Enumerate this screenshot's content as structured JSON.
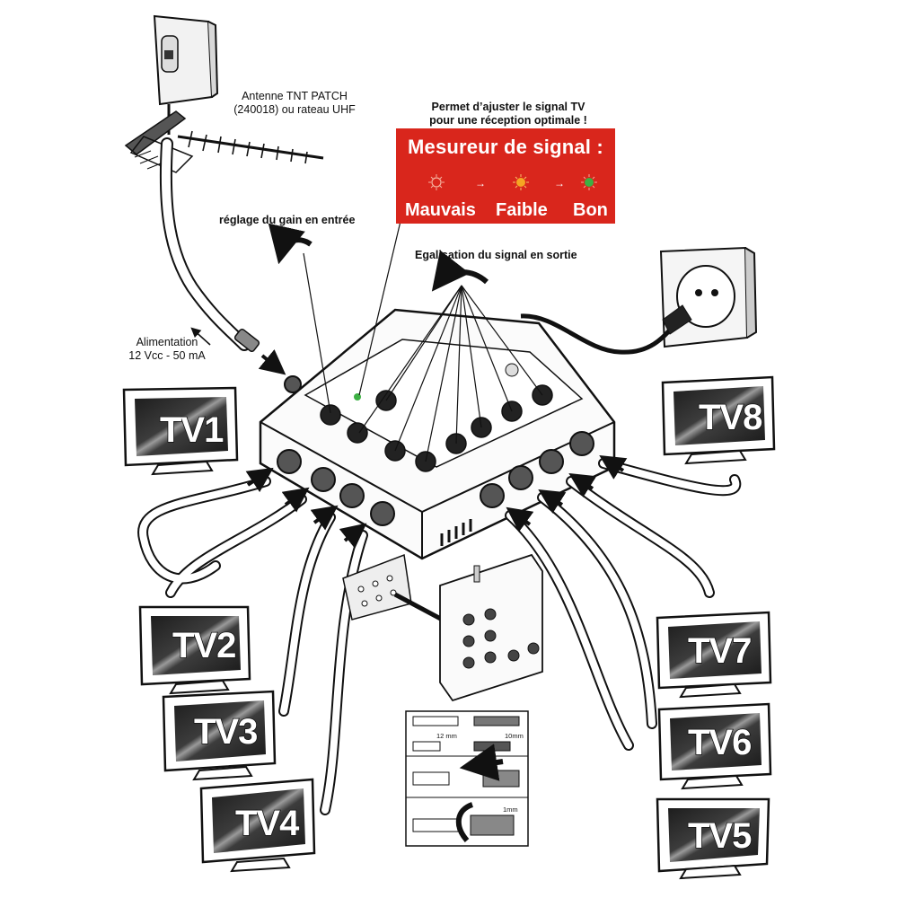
{
  "labels": {
    "antenna": [
      "Antenne TNT PATCH",
      "(240018) ou rateau UHF"
    ],
    "gain": "réglage du gain en entrée",
    "adjust": [
      "Permet d’ajuster le signal TV",
      "pour une réception optimale !"
    ],
    "equalization": "Egalisation du signal en sortie",
    "power": [
      "Alimentation",
      "12 Vcc - 50 mA"
    ]
  },
  "signal_meter": {
    "title": "Mesureur de signal :",
    "states": [
      {
        "label": "Mauvais",
        "color": "#d9261c"
      },
      {
        "label": "Faible",
        "color": "#f5a623"
      },
      {
        "label": "Bon",
        "color": "#3cb043"
      }
    ],
    "arrow": "→"
  },
  "televisions": [
    "TV1",
    "TV2",
    "TV3",
    "TV4",
    "TV5",
    "TV6",
    "TV7",
    "TV8"
  ],
  "cable_prep": {
    "measures": [
      "12 mm",
      "10mm",
      "1mm"
    ]
  },
  "colors": {
    "meter_background": "#d9261c",
    "line": "#111111",
    "screen": "#3a3a3a"
  }
}
